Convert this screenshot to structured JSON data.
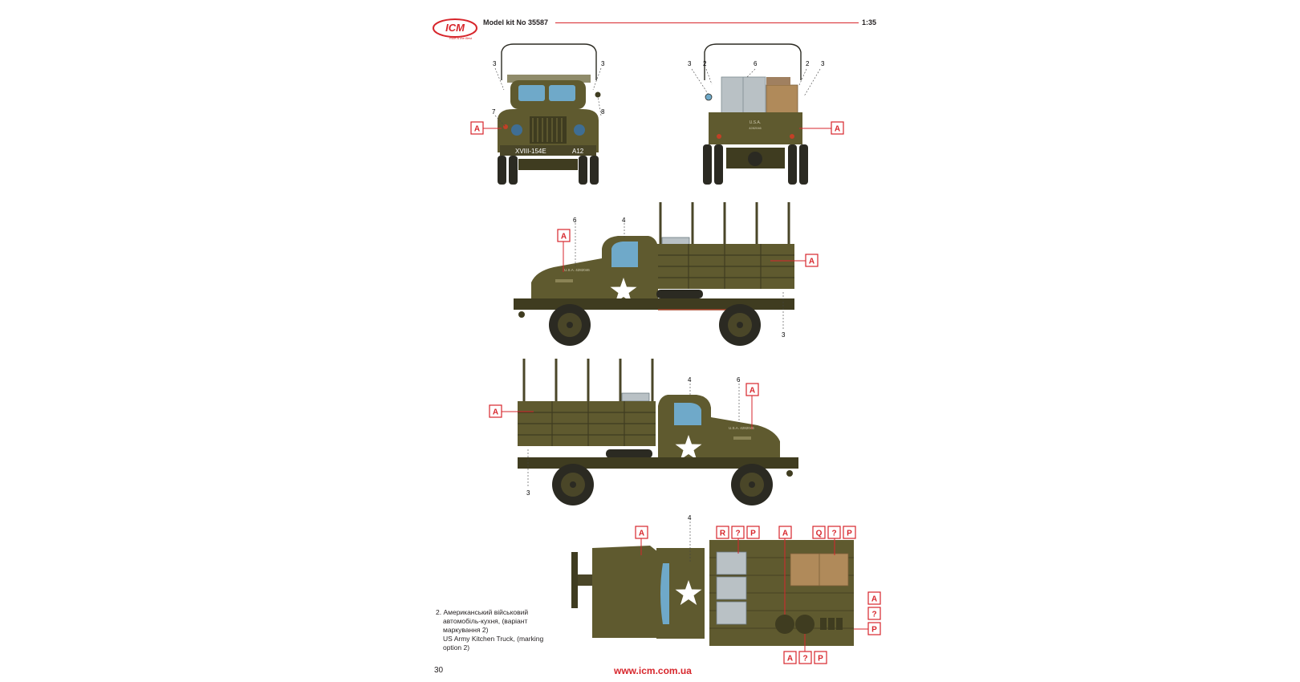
{
  "header": {
    "logo_text": "ICM",
    "logo_tagline": "Rule is the Best",
    "kit": "Model kit No 35587",
    "scale": "1:35"
  },
  "colors": {
    "olive": "#5f5a2f",
    "olive_dark": "#3f3c20",
    "olive_light": "#77703b",
    "glass": "#6fa9c9",
    "accent_red": "#d7262c",
    "tire": "#2b2a22",
    "crate_grey": "#b9c1c5",
    "crate_tan": "#b08a5a"
  },
  "views": {
    "front": {
      "numbers": [
        "3",
        "3",
        "7",
        "8"
      ],
      "marker": "A",
      "plate_left": "XVIII-154E",
      "plate_right": "A12"
    },
    "rear": {
      "numbers": [
        "3",
        "2",
        "6",
        "2",
        "3"
      ],
      "marker": "A"
    },
    "left_side": {
      "numbers": [
        "6",
        "4",
        "3"
      ],
      "markers": [
        "A",
        "A"
      ]
    },
    "right_side": {
      "numbers": [
        "4",
        "6",
        "3"
      ],
      "markers": [
        "A",
        "A"
      ]
    },
    "top": {
      "number": "4",
      "marker_hood": "A",
      "group_1": [
        "R",
        "?",
        "P"
      ],
      "marker_bed": "A",
      "group_2": [
        "Q",
        "?",
        "P"
      ],
      "side_stack": [
        "A",
        "?",
        "P"
      ],
      "bottom_group": [
        "A",
        "?",
        "P"
      ]
    }
  },
  "caption": {
    "line1": "2. Американський військовий",
    "line2": "автомобіль-кухня, (варіант",
    "line3": "маркування 2)",
    "line4": "US Army Kitchen Truck, (marking",
    "line5": "option 2)"
  },
  "footer": {
    "page_number": "30",
    "url": "www.icm.com.ua"
  }
}
